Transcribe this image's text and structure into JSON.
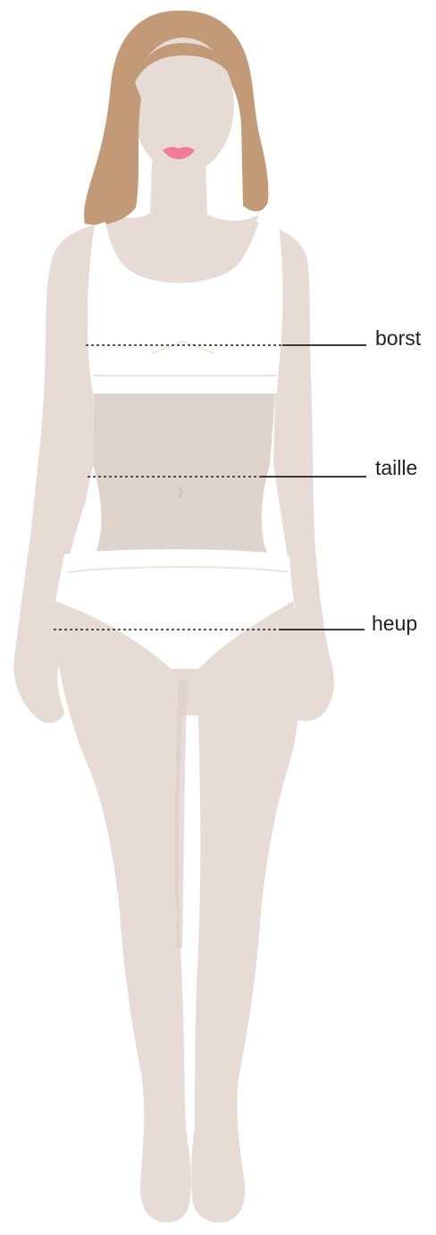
{
  "measurements": {
    "borst": "borst",
    "taille": "taille",
    "heup": "heup"
  },
  "colors": {
    "skin": "#e6dcd5",
    "skin_shadow": "#dbcfc7",
    "hair": "#c39a77",
    "hair_dark": "#b08663",
    "underwear": "#ffffff",
    "lips": "#f07a99",
    "line": "#231f20",
    "background": "#ffffff"
  }
}
